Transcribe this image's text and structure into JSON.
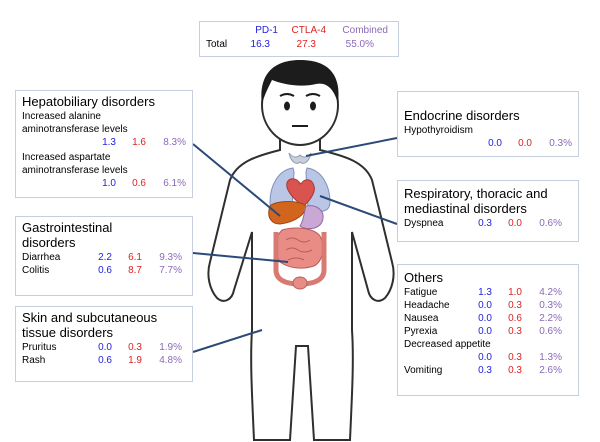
{
  "legend": {
    "series": [
      "PD-1",
      "CTLA-4",
      "Combined"
    ],
    "total_label": "Total",
    "total": [
      "16.3",
      "27.3",
      "55.0%"
    ]
  },
  "colors": {
    "pd1": "#2222dd",
    "ctla4": "#dd2222",
    "combined": "#8a6ab8",
    "liver": "#d2651e",
    "heart": "#d9534f",
    "lungs": "#b9c6e6",
    "thyroid": "#c9d0dc",
    "stomach": "#c9a8d6",
    "intestine": "#e98c86",
    "box_border": "#c5cfde",
    "leader": "#2b4a78"
  },
  "boxes": {
    "hepatobiliary": {
      "title": "Hepatobiliary disorders",
      "items": [
        {
          "label": "Increased alanine aminotransferase levels",
          "label_lines": [
            "Increased alanine",
            "aminotransferase levels"
          ],
          "values": [
            "1.3",
            "1.6",
            "8.3%"
          ]
        },
        {
          "label": "Increased aspartate aminotransferase levels",
          "label_lines": [
            "Increased aspartate",
            "aminotransferase levels"
          ],
          "values": [
            "1.0",
            "0.6",
            "6.1%"
          ]
        }
      ]
    },
    "gastrointestinal": {
      "title_lines": [
        "Gastrointestinal",
        "disorders"
      ],
      "items": [
        {
          "label": "Diarrhea",
          "values": [
            "2.2",
            "6.1",
            "9.3%"
          ]
        },
        {
          "label": "Colitis",
          "values": [
            "0.6",
            "8.7",
            "7.7%"
          ]
        }
      ]
    },
    "skin": {
      "title_lines": [
        "Skin and subcutaneous",
        "tissue disorders"
      ],
      "items": [
        {
          "label": "Pruritus",
          "values": [
            "0.0",
            "0.3",
            "1.9%"
          ]
        },
        {
          "label": "Rash",
          "values": [
            "0.6",
            "1.9",
            "4.8%"
          ]
        }
      ]
    },
    "endocrine": {
      "title": "Endocrine disorders",
      "items": [
        {
          "label": "Hypothyroidism",
          "values": [
            "0.0",
            "0.0",
            "0.3%"
          ]
        }
      ]
    },
    "respiratory": {
      "title_lines": [
        "Respiratory, thoracic and",
        "mediastinal disorders"
      ],
      "items": [
        {
          "label": "Dyspnea",
          "values": [
            "0.3",
            "0.0",
            "0.6%"
          ]
        }
      ]
    },
    "others": {
      "title": "Others",
      "items": [
        {
          "label": "Fatigue",
          "values": [
            "1.3",
            "1.0",
            "4.2%"
          ]
        },
        {
          "label": "Headache",
          "values": [
            "0.0",
            "0.3",
            "0.3%"
          ]
        },
        {
          "label": "Nausea",
          "values": [
            "0.0",
            "0.6",
            "2.2%"
          ]
        },
        {
          "label": "Pyrexia",
          "values": [
            "0.0",
            "0.3",
            "0.6%"
          ]
        },
        {
          "label": "Decreased appetite",
          "values": [
            "0.0",
            "0.3",
            "1.3%"
          ]
        },
        {
          "label": "Vomiting",
          "values": [
            "0.3",
            "0.3",
            "2.6%"
          ]
        }
      ]
    }
  }
}
